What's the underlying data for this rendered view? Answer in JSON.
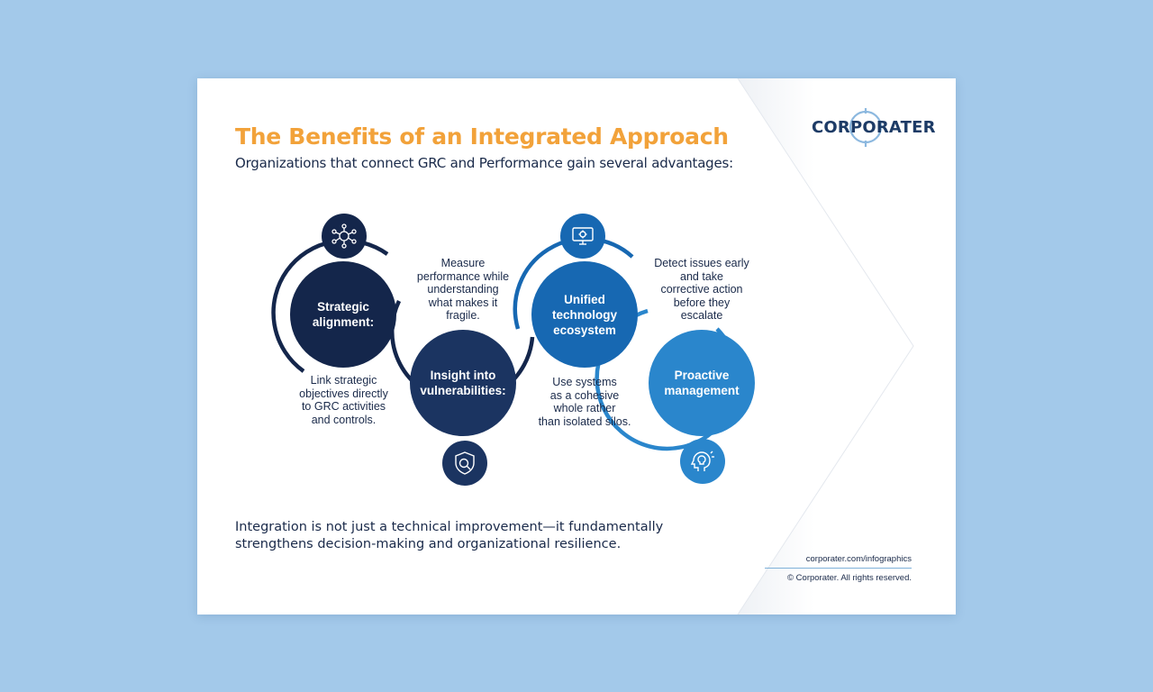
{
  "header": {
    "title": "The Benefits of an Integrated Approach",
    "subtitle": "Organizations that connect GRC and Performance gain several advantages:"
  },
  "brand": {
    "logo_text": "CORPORATER",
    "logo_color": "#1d3b66",
    "accent_color": "#f2a23a"
  },
  "benefits": [
    {
      "label": "Strategic\nalignment:",
      "description": "Link strategic\nobjectives directly\nto GRC activities\nand controls.",
      "icon": "network-icon",
      "color": "#14264b"
    },
    {
      "label": "Insight into\nvulnerabilities:",
      "description": "Measure\nperformance while\nunderstanding\nwhat makes it\nfragile.",
      "icon": "shield-search-icon",
      "color": "#1b3461"
    },
    {
      "label": "Unified\ntechnology\necosystem",
      "description": "Use systems\nas a cohesive\nwhole rather\nthan isolated silos.",
      "icon": "computer-gear-icon",
      "color": "#1768b2"
    },
    {
      "label": "Proactive\nmanagement",
      "description": "Detect issues early\nand take\ncorrective action\nbefore they\nescalate",
      "icon": "head-idea-icon",
      "color": "#2a86cc"
    }
  ],
  "conclusion": "Integration is not just a technical improvement—it fundamentally\nstrengthens decision-making and organizational resilience.",
  "footer": {
    "url": "corporater.com/infographics",
    "copyright": "© Corporater. All rights reserved."
  }
}
